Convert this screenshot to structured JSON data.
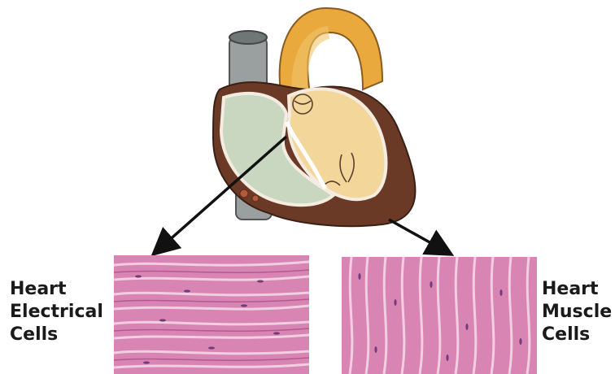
{
  "labels": {
    "left": [
      "Heart",
      "Electrical",
      "Cells"
    ],
    "right": [
      "Heart",
      "Muscle",
      "Cells"
    ]
  },
  "icons": {
    "heart": "heart-cross-section-illustration",
    "left_tissue": "electrical-cell-tissue-micrograph",
    "right_tissue": "muscle-cell-tissue-micrograph",
    "arrows": "pointer-arrow"
  },
  "colors": {
    "aorta": "#e9a93d",
    "atrium_fill": "#c9d6c0",
    "ventricle_fill": "#f3d69a",
    "heart_wall": "#6b3a26",
    "tissue_pink": "#d985b4",
    "label_text": "#1a1a1a"
  }
}
